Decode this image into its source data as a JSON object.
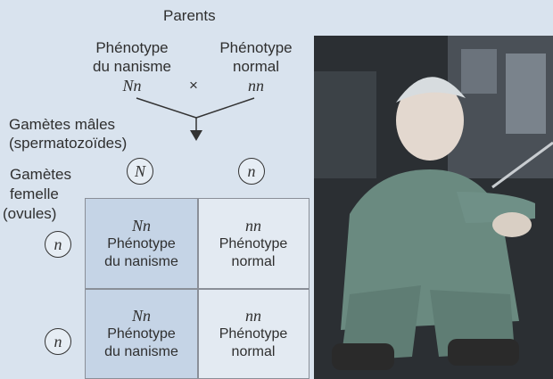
{
  "header": {
    "parents": "Parents"
  },
  "parent_left": {
    "line1": "Phénotype",
    "line2": "du nanisme",
    "genotype": "Nn"
  },
  "parent_right": {
    "line1": "Phénotype",
    "line2": "normal",
    "genotype": "nn"
  },
  "cross_symbol": "×",
  "male_gametes": {
    "line1": "Gamètes mâles",
    "line2": "(spermatozoïdes)",
    "g1": "N",
    "g2": "n"
  },
  "female_gametes": {
    "line1": "Gamètes",
    "line2": "femelle",
    "line3": "(ovules)",
    "g1": "n",
    "g2": "n"
  },
  "punnett": [
    {
      "genotype": "Nn",
      "l1": "Phénotype",
      "l2": "du nanisme"
    },
    {
      "genotype": "nn",
      "l1": "Phénotype",
      "l2": "normal"
    },
    {
      "genotype": "Nn",
      "l1": "Phénotype",
      "l2": "du nanisme"
    },
    {
      "genotype": "nn",
      "l1": "Phénotype",
      "l2": "normal"
    }
  ],
  "photo": {
    "subject": "surgeon with achondroplasia in scrubs"
  }
}
